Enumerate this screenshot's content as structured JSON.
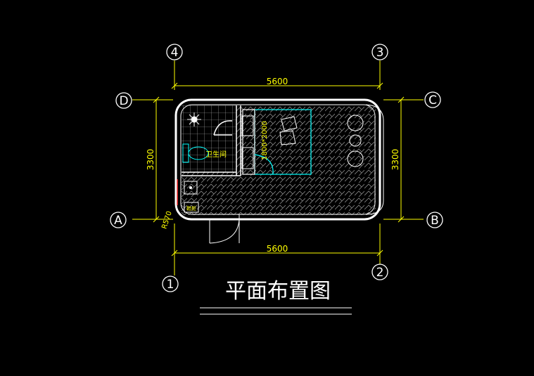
{
  "title": "平面布置图",
  "axes": {
    "top_left": "4",
    "top_right": "3",
    "bottom_left": "1",
    "bottom_right": "2",
    "left_top": "D",
    "left_bottom": "A",
    "right_top": "C",
    "right_bottom": "B"
  },
  "dimensions": {
    "top_width": "5600",
    "bottom_width": "5600",
    "left_height": "3300",
    "right_height": "3300",
    "bed": "1800*2000",
    "radius": "R570"
  },
  "rooms": {
    "bathroom": "卫生间",
    "cabinet": "鞋柜"
  },
  "colors": {
    "dimension": "#ffff00",
    "wall": "#ffffff",
    "furniture": "#00ffff",
    "floor_hatch": "#8a8a8a",
    "door": "#00ff66"
  }
}
